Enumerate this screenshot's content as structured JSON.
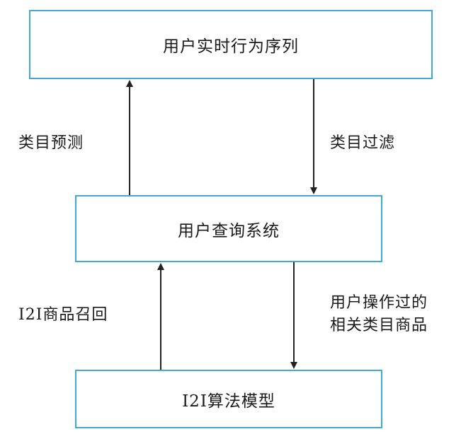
{
  "boxes": {
    "top": "用户实时行为序列",
    "middle": "用户查询系统",
    "bottom": "I2I算法模型"
  },
  "edges": {
    "category_prediction": "类目预测",
    "category_filter": "类目过滤",
    "i2i_recall": "I2I商品召回",
    "user_ops_line1": "用户操作过的",
    "user_ops_line2": "相关类目商品"
  },
  "colors": {
    "box_border": "#3fa9dc",
    "arrow": "#222222"
  }
}
